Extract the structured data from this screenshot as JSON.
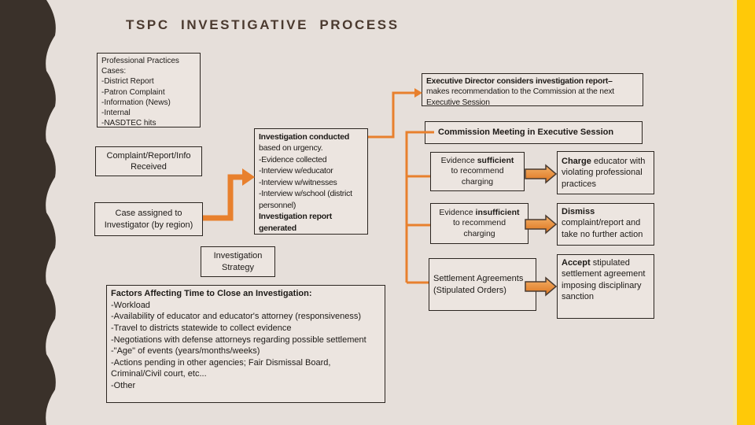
{
  "slide": {
    "title": "TSPC INVESTIGATIVE PROCESS",
    "colors": {
      "background": "#E6DFDA",
      "left_wave": "#3A312A",
      "stripe_yellow": "#FFC908",
      "stripe_pale": "#EDE5C2",
      "accent_orange": "#E8802D",
      "block_arrow_fill_top": "#F4B169",
      "block_arrow_fill_bottom": "#DE751F",
      "box_border": "#2B2520",
      "box_fill": "#ECE5E0",
      "title_color": "#4B3A2F"
    }
  },
  "boxes": {
    "professional_practices": {
      "title": "Professional Practices Cases:",
      "items": [
        "-District Report",
        "-Patron Complaint",
        "-Information (News)",
        "-Internal",
        "-NASDTEC hits"
      ]
    },
    "complaint_received": {
      "label": "Complaint/Report/Info Received"
    },
    "case_assigned": {
      "label": "Case assigned to Investigator (by region)"
    },
    "investigation_conducted": {
      "lead_bold": "Investigation conducted",
      "lead_rest": "based on urgency.",
      "items": [
        "-Evidence collected",
        "-Interview w/educator",
        "-Interview w/witnesses",
        "-Interview w/school (district personnel)"
      ],
      "footer_bold": "Investigation report generated"
    },
    "investigation_strategy": {
      "label": "Investigation Strategy"
    },
    "factors": {
      "title": "Factors Affecting Time to Close an Investigation:",
      "items": [
        "-Workload",
        "-Availability of educator and educator's attorney (responsiveness)",
        "-Travel to districts statewide to collect evidence",
        "-Negotiations with defense attorneys regarding possible settlement",
        "-\"Age\" of events (years/months/weeks)",
        "-Actions pending in other agencies; Fair Dismissal Board, Criminal/Civil court, etc...",
        "-Other"
      ]
    },
    "executive_director": {
      "bold": "Executive Director considers investigation report–",
      "rest": "makes recommendation to the Commission at the next Executive Session"
    },
    "commission_meeting": {
      "label": "Commission Meeting in Executive Session"
    },
    "evidence_sufficient": {
      "pre": "Evidence ",
      "bold": "sufficient",
      "rest": [
        "to recommend",
        "charging"
      ]
    },
    "charge": {
      "bold": "Charge",
      "rest": " educator with violating professional practices"
    },
    "evidence_insufficient": {
      "pre": "Evidence ",
      "bold": "insufficient",
      "rest": [
        "to recommend",
        "charging"
      ]
    },
    "dismiss": {
      "bold": "Dismiss",
      "rest": "complaint/report and take no further action"
    },
    "settlement": {
      "label": "Settlement Agreements (Stipulated Orders)"
    },
    "accept": {
      "bold": "Accept",
      "rest": " stipulated settlement agreement imposing disciplinary sanction"
    }
  }
}
